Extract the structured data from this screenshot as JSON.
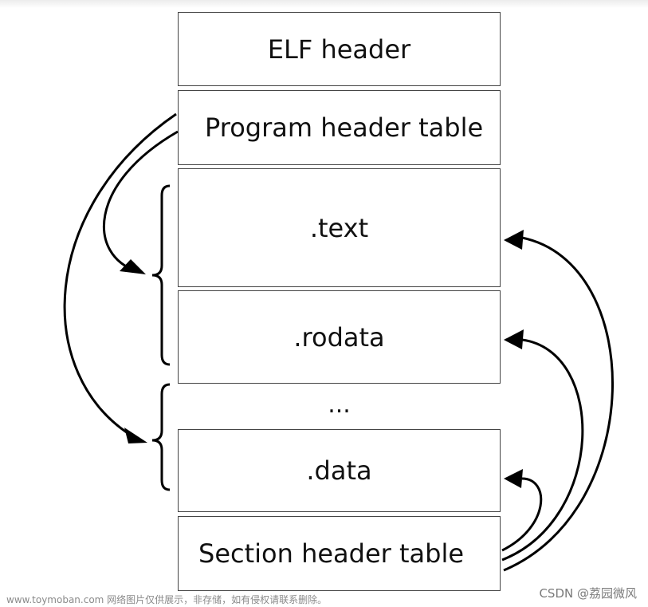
{
  "diagram": {
    "boxes": {
      "elf_header": "ELF header",
      "program_header_table": "Program header table",
      "text": ".text",
      "rodata": ".rodata",
      "ellipsis": "...",
      "data": ".data",
      "section_header_table": "Section header table"
    },
    "colors": {
      "stroke": "#000000",
      "border": "#444444"
    }
  },
  "watermark": {
    "left": "www.toymoban.com 网络图片仅供展示，非存储，如有侵权请联系删除。",
    "right": "CSDN @荔园微风"
  }
}
